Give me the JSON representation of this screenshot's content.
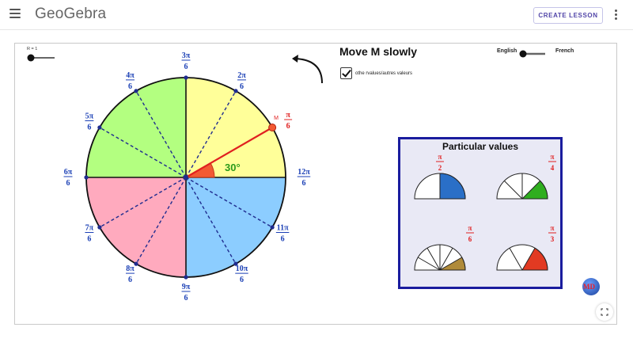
{
  "header": {
    "brand": "GeoGebra",
    "create_button": "CREATE LESSON"
  },
  "applet": {
    "slider_label": "R = 1",
    "title": "Move M slowly",
    "checkbox_label": "othe rvalues/autres valeurs",
    "checkbox_checked": true,
    "language_left": "English",
    "language_right": "French",
    "angle_label": "30°",
    "point_label": "M",
    "point_value": {
      "num": "π",
      "den": "6"
    },
    "circle_labels": [
      {
        "num": "3π",
        "den": "6"
      },
      {
        "num": "2π",
        "den": "6"
      },
      {
        "num": "4π",
        "den": "6"
      },
      {
        "num": "5π",
        "den": "6"
      },
      {
        "num": "6π",
        "den": "6"
      },
      {
        "num": "12π",
        "den": "6"
      },
      {
        "num": "7π",
        "den": "6"
      },
      {
        "num": "11π",
        "den": "6"
      },
      {
        "num": "8π",
        "den": "6"
      },
      {
        "num": "10π",
        "den": "6"
      },
      {
        "num": "9π",
        "den": "6"
      }
    ],
    "particular_values": {
      "title": "Particular values",
      "items": [
        {
          "num": "π",
          "den": "2",
          "color": "#2a6fc7"
        },
        {
          "num": "π",
          "den": "4",
          "color": "#2fae1f"
        },
        {
          "num": "π",
          "den": "6",
          "color": "#b08b3a"
        },
        {
          "num": "π",
          "den": "3",
          "color": "#e23a22"
        }
      ]
    }
  },
  "colors": {
    "q1": "#ffff99",
    "q2": "#b3ff80",
    "q3": "#ffaabe",
    "q4": "#8ccdff",
    "label_blue": "#1a3fb5",
    "label_red": "#e02020",
    "angle_green": "#2a9a1a",
    "sector_red": "#f25a33"
  }
}
